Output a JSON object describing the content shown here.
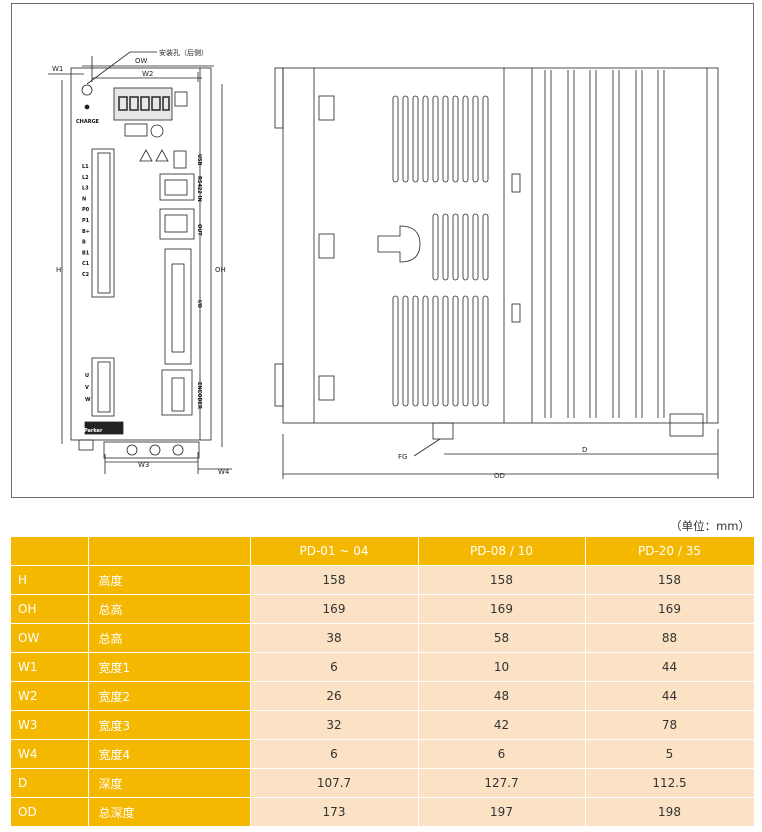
{
  "drawing": {
    "mount_hole_label": "安装孔（后侧）",
    "labels": {
      "w1": "W1",
      "ow": "OW",
      "w2": "W2",
      "h": "H",
      "oh": "OH",
      "w3": "W3",
      "w4": "W4",
      "fg": "FG",
      "d": "D",
      "od": "OD",
      "charge": "CHARGE",
      "usb": "USB",
      "rs422_in": "RS422 IN",
      "out": "OUT",
      "io": "I/O",
      "encoder": "ENCODER",
      "brand": "Parker"
    },
    "terminals_top": [
      "L1",
      "L2",
      "L3",
      "N",
      "P0",
      "P1",
      "B+",
      "B",
      "B1",
      "C1",
      "C2"
    ],
    "terminals_bottom": [
      "U",
      "V",
      "W"
    ]
  },
  "table": {
    "unit_note": "（单位：mm）",
    "columns": [
      "",
      "",
      "PD-01 ~ 04",
      "PD-08 / 10",
      "PD-20 / 35"
    ],
    "rows": [
      {
        "code": "H",
        "name": "高度",
        "values": [
          "158",
          "158",
          "158"
        ]
      },
      {
        "code": "OH",
        "name": "总高",
        "values": [
          "169",
          "169",
          "169"
        ]
      },
      {
        "code": "OW",
        "name": "总高",
        "values": [
          "38",
          "58",
          "88"
        ]
      },
      {
        "code": "W1",
        "name": "宽度1",
        "values": [
          "6",
          "10",
          "44"
        ]
      },
      {
        "code": "W2",
        "name": "宽度2",
        "values": [
          "26",
          "48",
          "44"
        ]
      },
      {
        "code": "W3",
        "name": "宽度3",
        "values": [
          "32",
          "42",
          "78"
        ]
      },
      {
        "code": "W4",
        "name": "宽度4",
        "values": [
          "6",
          "6",
          "5"
        ]
      },
      {
        "code": "D",
        "name": "深度",
        "values": [
          "107.7",
          "127.7",
          "112.5"
        ]
      },
      {
        "code": "OD",
        "name": "总深度",
        "values": [
          "173",
          "197",
          "198"
        ]
      }
    ]
  }
}
